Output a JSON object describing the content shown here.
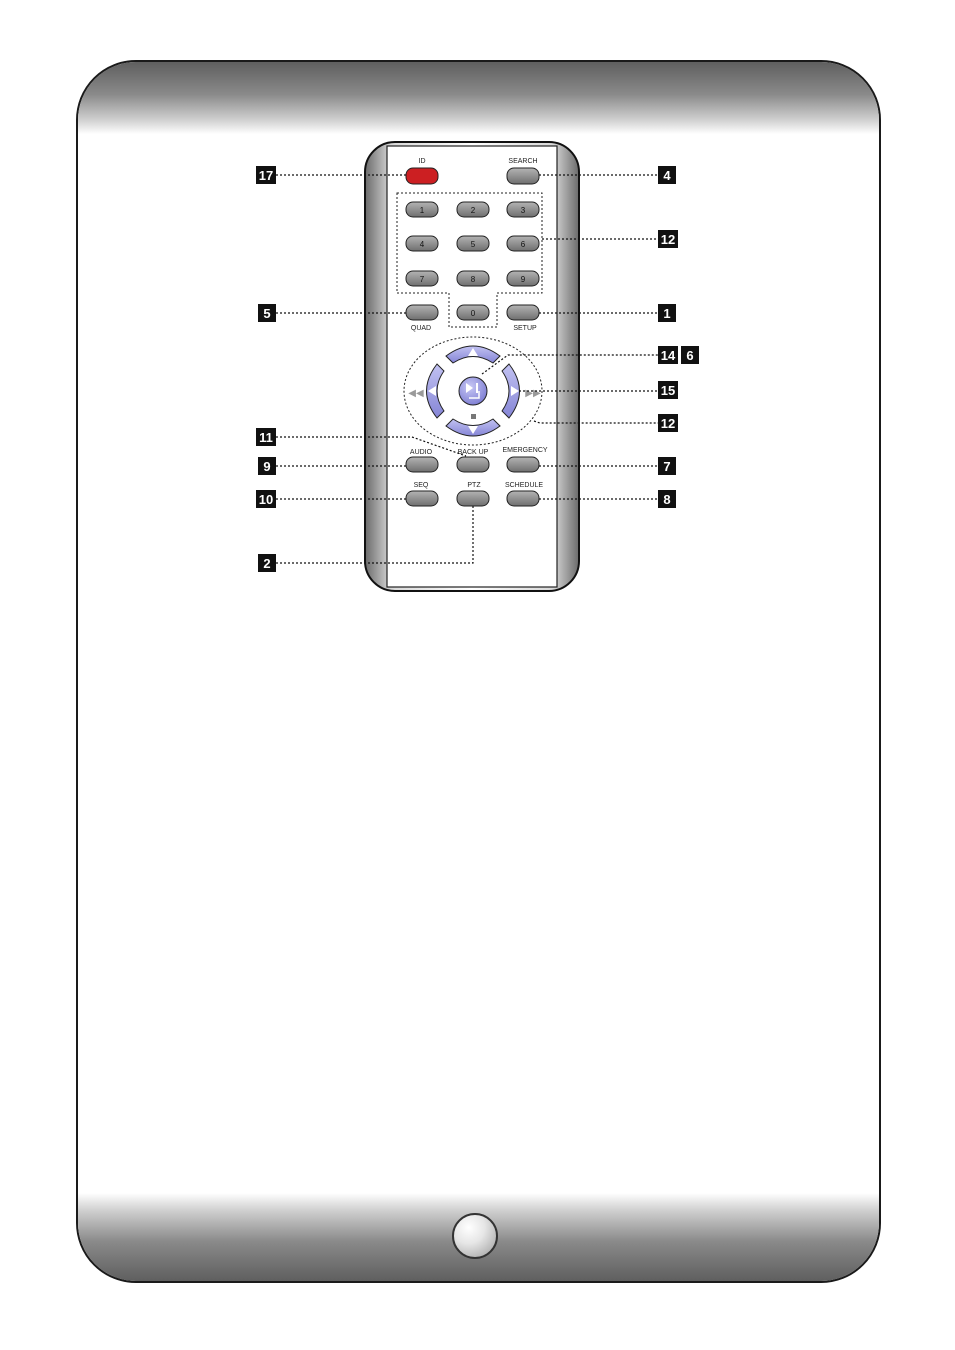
{
  "remote": {
    "labels": {
      "id": "ID",
      "search": "SEARCH",
      "quad": "QUAD",
      "setup": "SETUP",
      "backup": "BACK UP",
      "audio": "AUDIO",
      "emergency": "EMERGENCY",
      "seq": "SEQ",
      "ptz": "PTZ",
      "schedule": "SCHEDULE"
    },
    "digits": [
      "1",
      "2",
      "3",
      "4",
      "5",
      "6",
      "7",
      "8",
      "9",
      "0"
    ]
  },
  "callouts": {
    "c17": "17",
    "c4": "4",
    "c12a": "12",
    "c5": "5",
    "c1": "1",
    "c14": "14",
    "c6": "6",
    "c15": "15",
    "c12b": "12",
    "c11": "11",
    "c9": "9",
    "c7": "7",
    "c10": "10",
    "c8": "8",
    "c2": "2"
  },
  "colors": {
    "id_button": "#cc1f22",
    "key_gray": "#8c8c8c",
    "nav_purple": "#9b9be0",
    "callout_bg": "#111111"
  },
  "icons": {
    "up": "up-arrow-icon",
    "down": "down-arrow-icon",
    "left": "left-arrow-icon",
    "right": "right-arrow-icon",
    "center": "play-pause-enter-icon",
    "rewind": "rewind-icon",
    "fast_forward": "fast-forward-icon",
    "stop": "stop-icon"
  }
}
